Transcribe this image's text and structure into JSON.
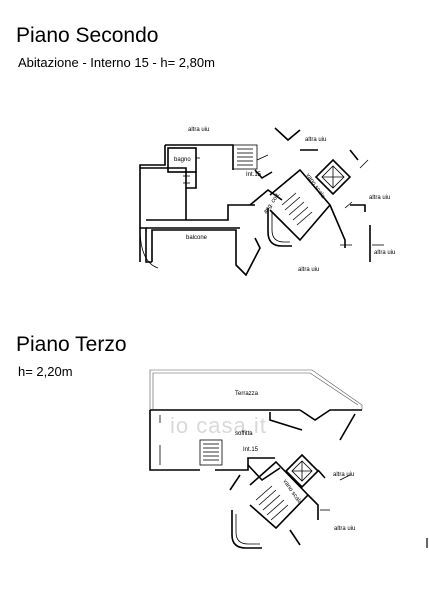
{
  "floor2": {
    "title": "Piano Secondo",
    "subtitle": "Abitazione - Interno 15 - h= 2,80m",
    "labels": {
      "altra_uiu_1": "altra uiu",
      "altra_uiu_2": "altra uiu",
      "altra_uiu_3": "altra uiu",
      "altra_uiu_4": "altra uiu",
      "altra_uiu_5": "altra uiu",
      "bagno": "bagno",
      "int15": "Int.15",
      "ang_cott": "ang. cott.",
      "vano_scala": "vano scala",
      "balcone": "balcone"
    }
  },
  "floor3": {
    "title": "Piano Terzo",
    "subtitle": "h= 2,20m",
    "labels": {
      "terrazza": "Terrazza",
      "soffitta": "soffitta",
      "int15": "Int.15",
      "vano_scala": "vano scala",
      "altra_uiu_1": "altra uiu",
      "altra_uiu_2": "altra uiu"
    }
  },
  "watermark": "io casa.it"
}
